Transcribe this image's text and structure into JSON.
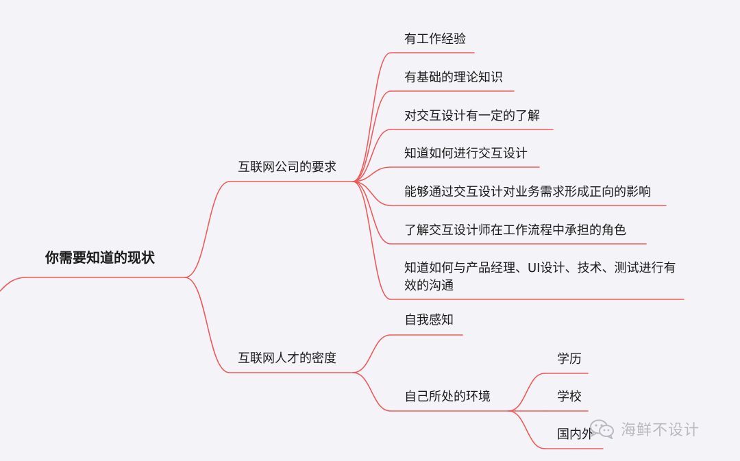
{
  "colors": {
    "branch": "#ee5a5a",
    "background": "#f4f4f8",
    "text": "#1a1a1a",
    "watermark": "#b9b9c2"
  },
  "root": {
    "label": "你需要知道的现状"
  },
  "branches": [
    {
      "label": "互联网公司的要求",
      "children": [
        {
          "label": "有工作经验"
        },
        {
          "label": "有基础的理论知识"
        },
        {
          "label": "对交互设计有一定的了解"
        },
        {
          "label": "知道如何进行交互设计"
        },
        {
          "label": "能够通过交互设计对业务需求形成正向的影响"
        },
        {
          "label": "了解交互设计师在工作流程中承担的角色"
        },
        {
          "label": "知道如何与产品经理、UI设计、技术、测试进行有效的沟通"
        }
      ]
    },
    {
      "label": "互联网人才的密度",
      "children": [
        {
          "label": "自我感知"
        },
        {
          "label": "自己所处的环境",
          "children": [
            {
              "label": "学历"
            },
            {
              "label": "学校"
            },
            {
              "label": "国内外"
            }
          ]
        }
      ]
    }
  ],
  "watermark": {
    "text": "海鲜不设计",
    "icon": "wechat-icon"
  }
}
